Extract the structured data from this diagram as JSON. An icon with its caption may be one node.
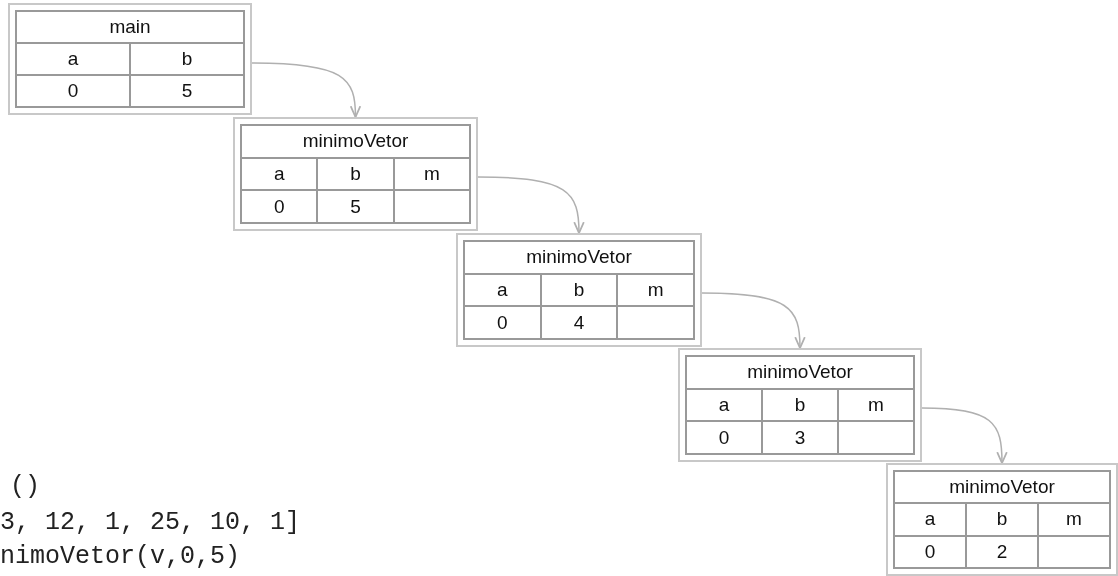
{
  "diagram": {
    "nodes": [
      {
        "text": [
          "main",
          "a",
          "b",
          "0",
          "5"
        ]
      },
      {
        "text": [
          "minimoVetor",
          "a",
          "b",
          "m",
          "0",
          "5"
        ]
      },
      {
        "text": [
          "minimoVetor",
          "a",
          "b",
          "m",
          "0",
          "4"
        ]
      },
      {
        "text": [
          "minimoVetor",
          "a",
          "b",
          "m",
          "0",
          "3"
        ]
      },
      {
        "text": [
          "minimoVetor",
          "a",
          "b",
          "m",
          "0",
          "2"
        ]
      }
    ],
    "edges": [
      {
        "from": 0,
        "to": 1,
        "arrow": "to"
      },
      {
        "from": 1,
        "to": 2,
        "arrow": "to"
      },
      {
        "from": 2,
        "to": 3,
        "arrow": "to"
      },
      {
        "from": 3,
        "to": 4,
        "arrow": "to"
      }
    ],
    "labels": [
      "()",
      "3, 12, 1, 25, 10, 1]",
      "nimoVetor(v,0,5)"
    ]
  }
}
